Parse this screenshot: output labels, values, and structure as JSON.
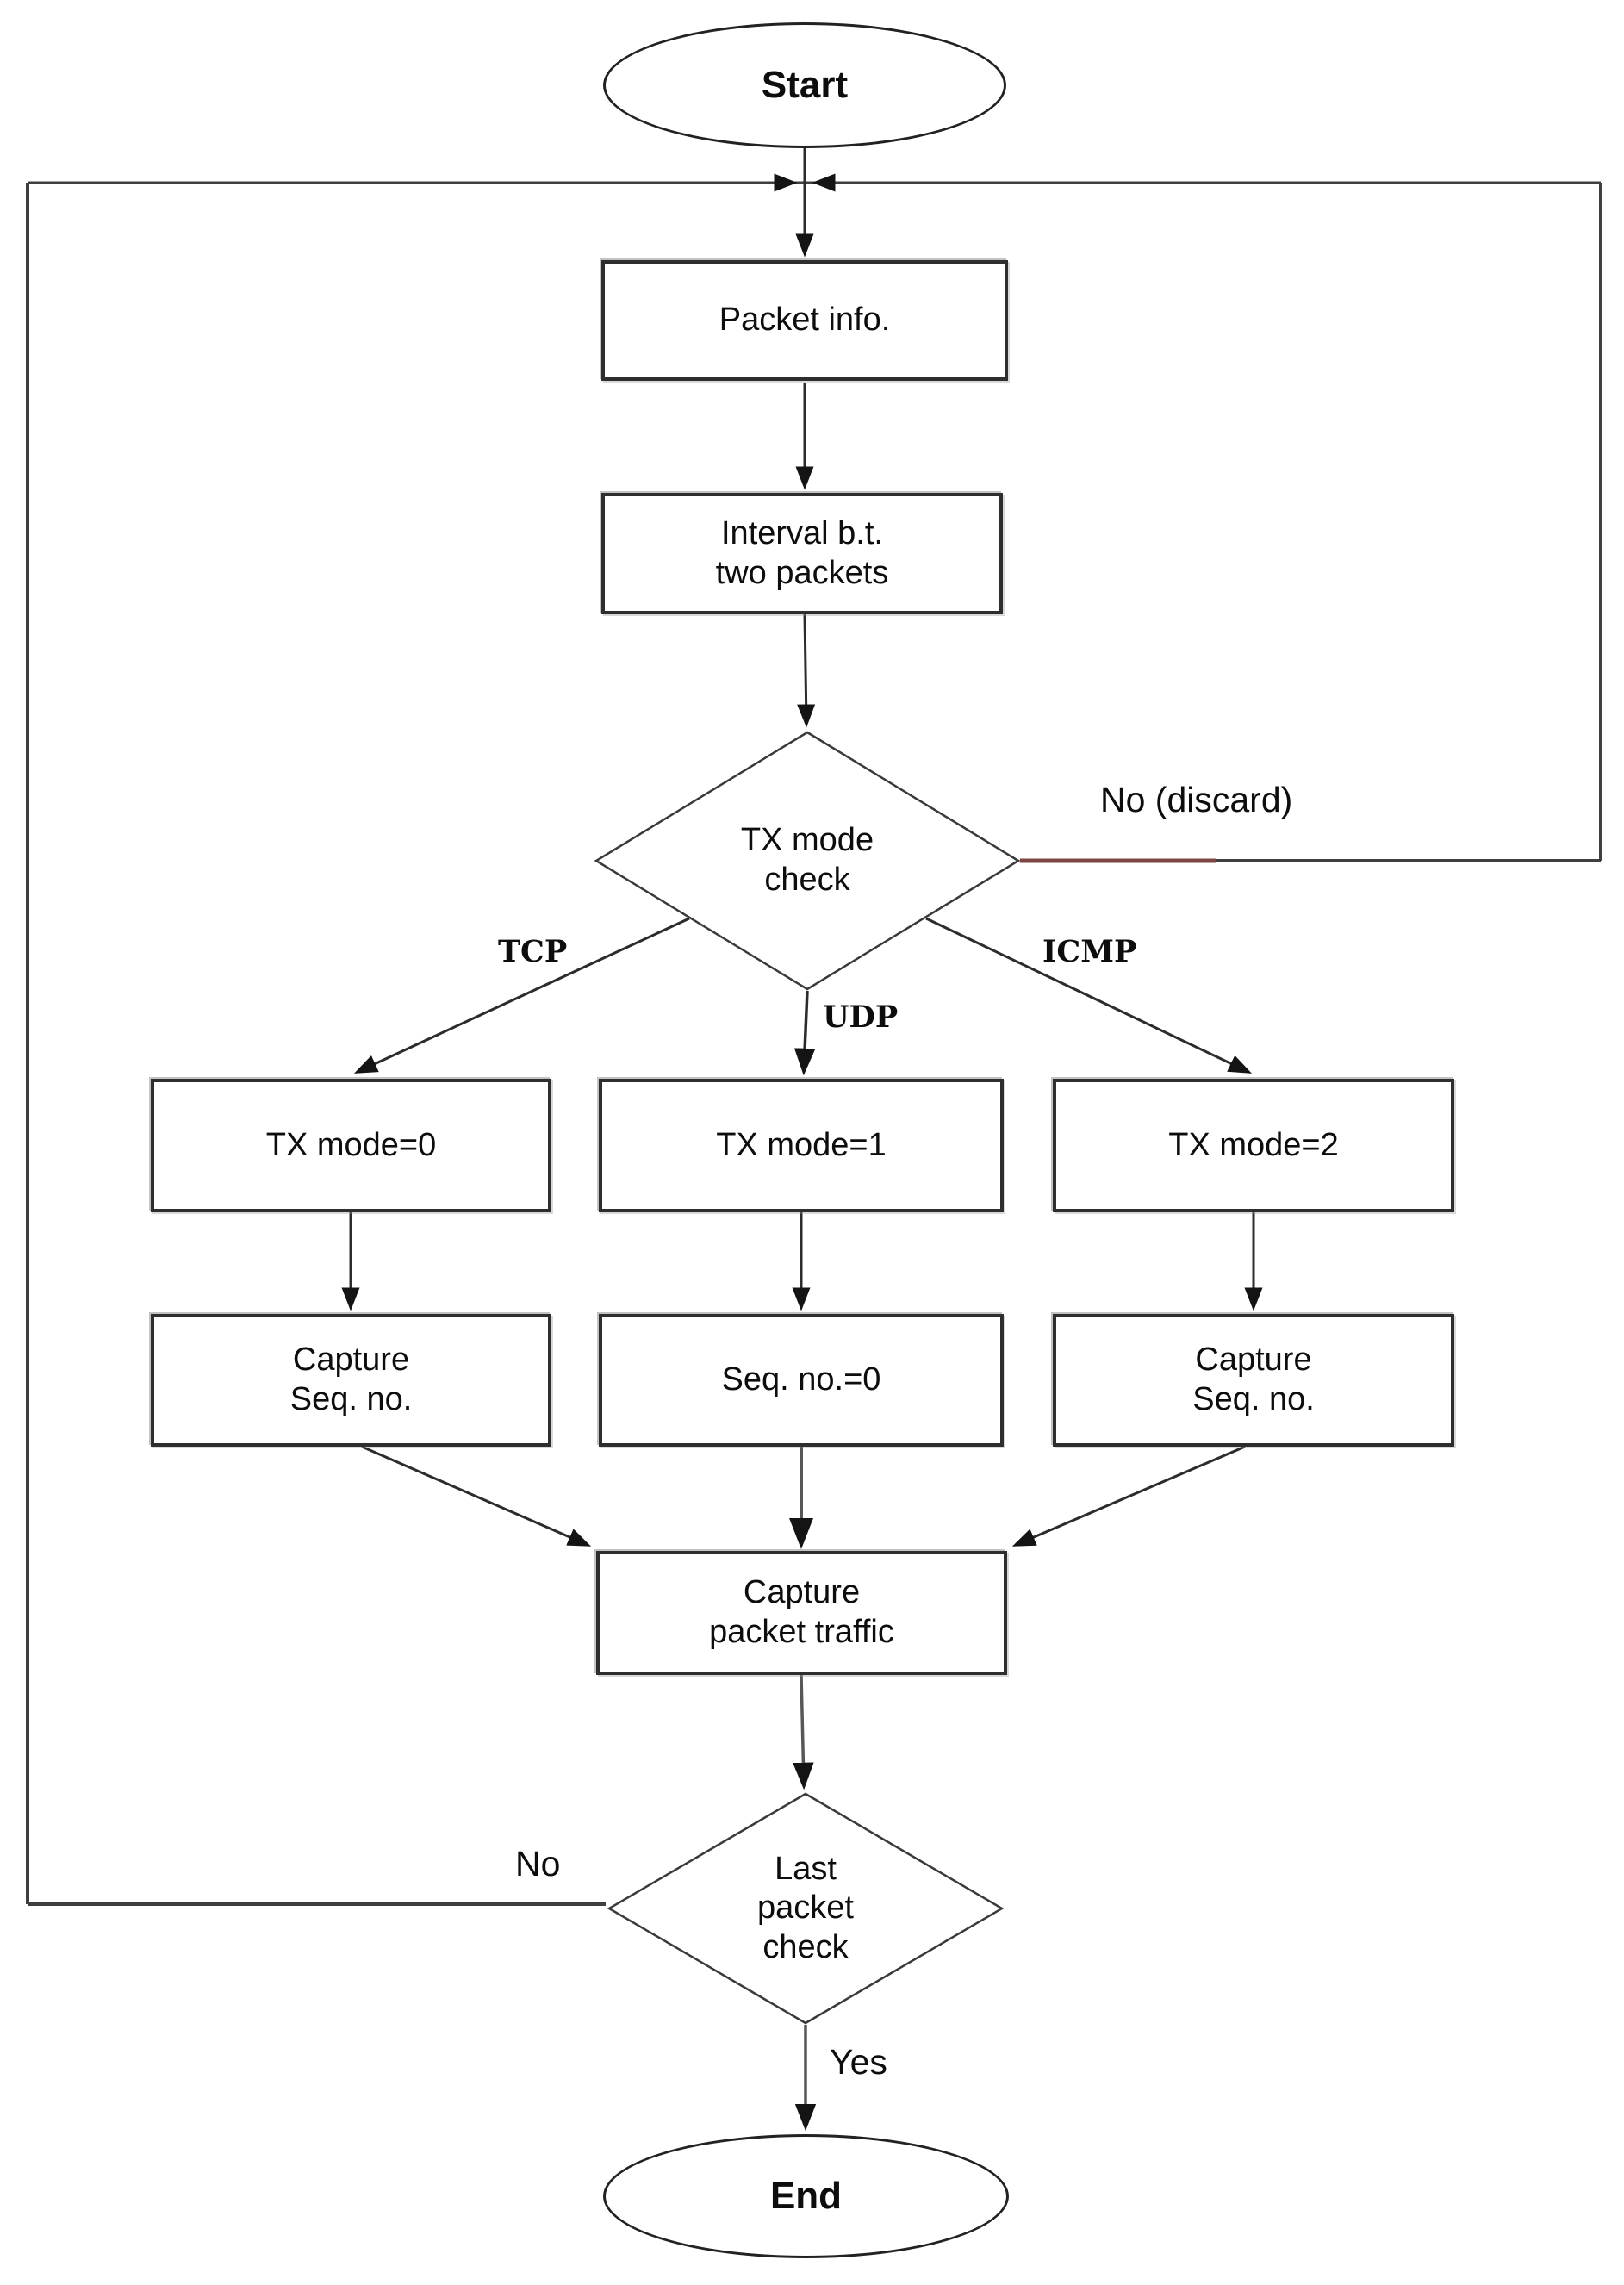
{
  "colors": {
    "connector": "#3f3f3f",
    "arrowhead": "#141414",
    "node_border": "#2e2e2e",
    "discard_segment": "#7d4644",
    "background": "#ffffff",
    "text": "#0d0d0d"
  },
  "nodes": {
    "start": {
      "type": "terminator",
      "label": "Start"
    },
    "packet_info": {
      "type": "process",
      "label": "Packet info."
    },
    "interval": {
      "type": "process",
      "label": "Interval b.t.\ntwo packets"
    },
    "tx_mode_check": {
      "type": "decision",
      "label": "TX mode\ncheck"
    },
    "tx_mode_0": {
      "type": "process",
      "label": "TX mode=0"
    },
    "tx_mode_1": {
      "type": "process",
      "label": "TX mode=1"
    },
    "tx_mode_2": {
      "type": "process",
      "label": "TX mode=2"
    },
    "capture_seq_left": {
      "type": "process",
      "label": "Capture\nSeq. no."
    },
    "seq_no_0": {
      "type": "process",
      "label": "Seq. no.=0"
    },
    "capture_seq_right": {
      "type": "process",
      "label": "Capture\nSeq. no."
    },
    "capture_packet_traffic": {
      "type": "process",
      "label": "Capture\npacket traffic"
    },
    "last_packet_check": {
      "type": "decision",
      "label": "Last\npacket\ncheck"
    },
    "end": {
      "type": "terminator",
      "label": "End"
    }
  },
  "edge_labels": {
    "no_discard": "No (discard)",
    "tcp": "TCP",
    "udp": "UDP",
    "icmp": "ICMP",
    "no": "No",
    "yes": "Yes"
  }
}
